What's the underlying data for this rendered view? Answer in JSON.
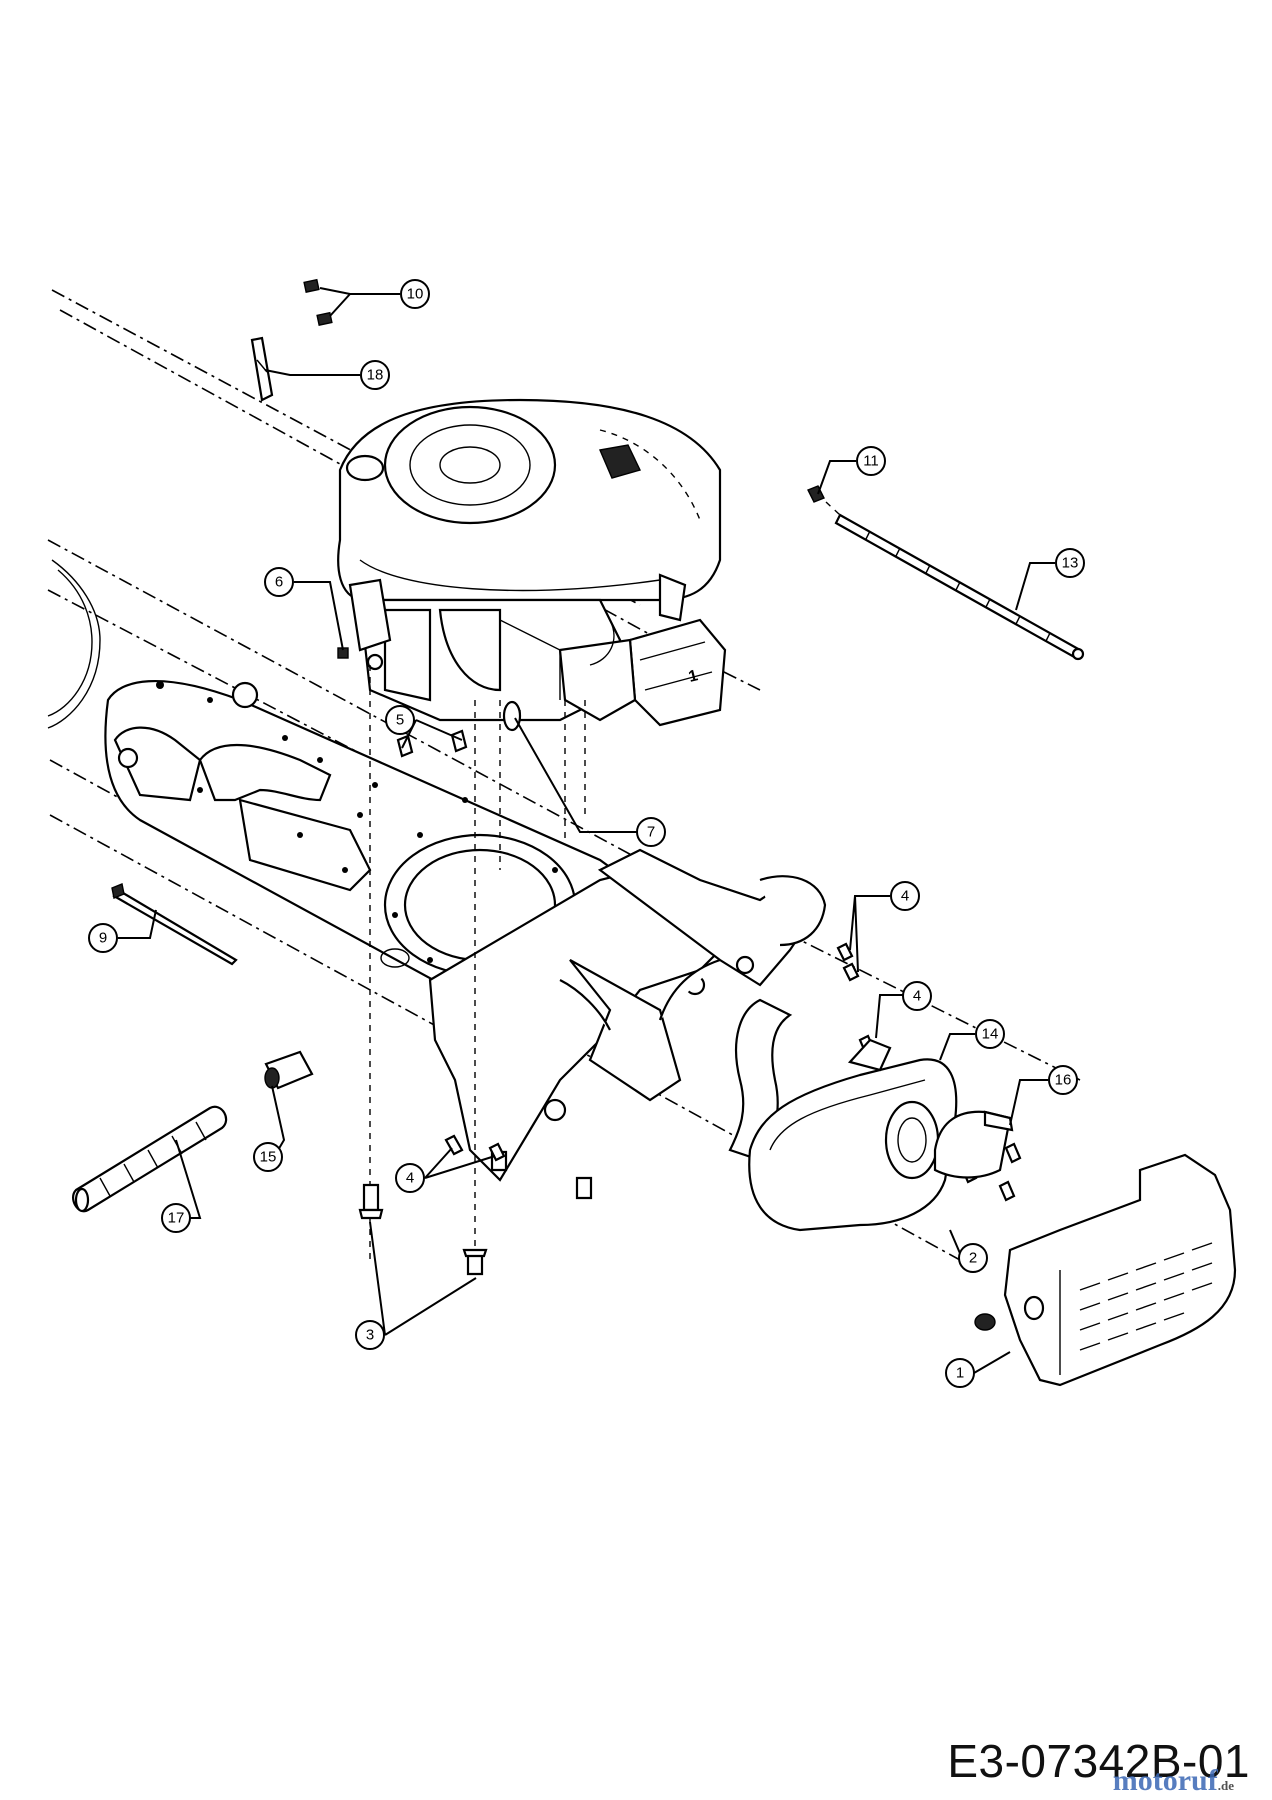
{
  "drawing_code": "E3-07342B-01",
  "watermark": {
    "brand": "motoruf",
    "suffix": ".de"
  },
  "callouts": [
    {
      "id": "c1",
      "label": "1"
    },
    {
      "id": "c2",
      "label": "2"
    },
    {
      "id": "c3",
      "label": "3"
    },
    {
      "id": "c4a",
      "label": "4"
    },
    {
      "id": "c4b",
      "label": "4"
    },
    {
      "id": "c4c",
      "label": "4"
    },
    {
      "id": "c5",
      "label": "5"
    },
    {
      "id": "c6",
      "label": "6"
    },
    {
      "id": "c7",
      "label": "7"
    },
    {
      "id": "c9",
      "label": "9"
    },
    {
      "id": "c10",
      "label": "10"
    },
    {
      "id": "c11",
      "label": "11"
    },
    {
      "id": "c13",
      "label": "13"
    },
    {
      "id": "c14",
      "label": "14"
    },
    {
      "id": "c15",
      "label": "15"
    },
    {
      "id": "c16",
      "label": "16"
    },
    {
      "id": "c17",
      "label": "17"
    },
    {
      "id": "c18",
      "label": "18"
    }
  ],
  "colors": {
    "line": "#000000",
    "background": "#ffffff",
    "watermark": "#3a67b5"
  }
}
